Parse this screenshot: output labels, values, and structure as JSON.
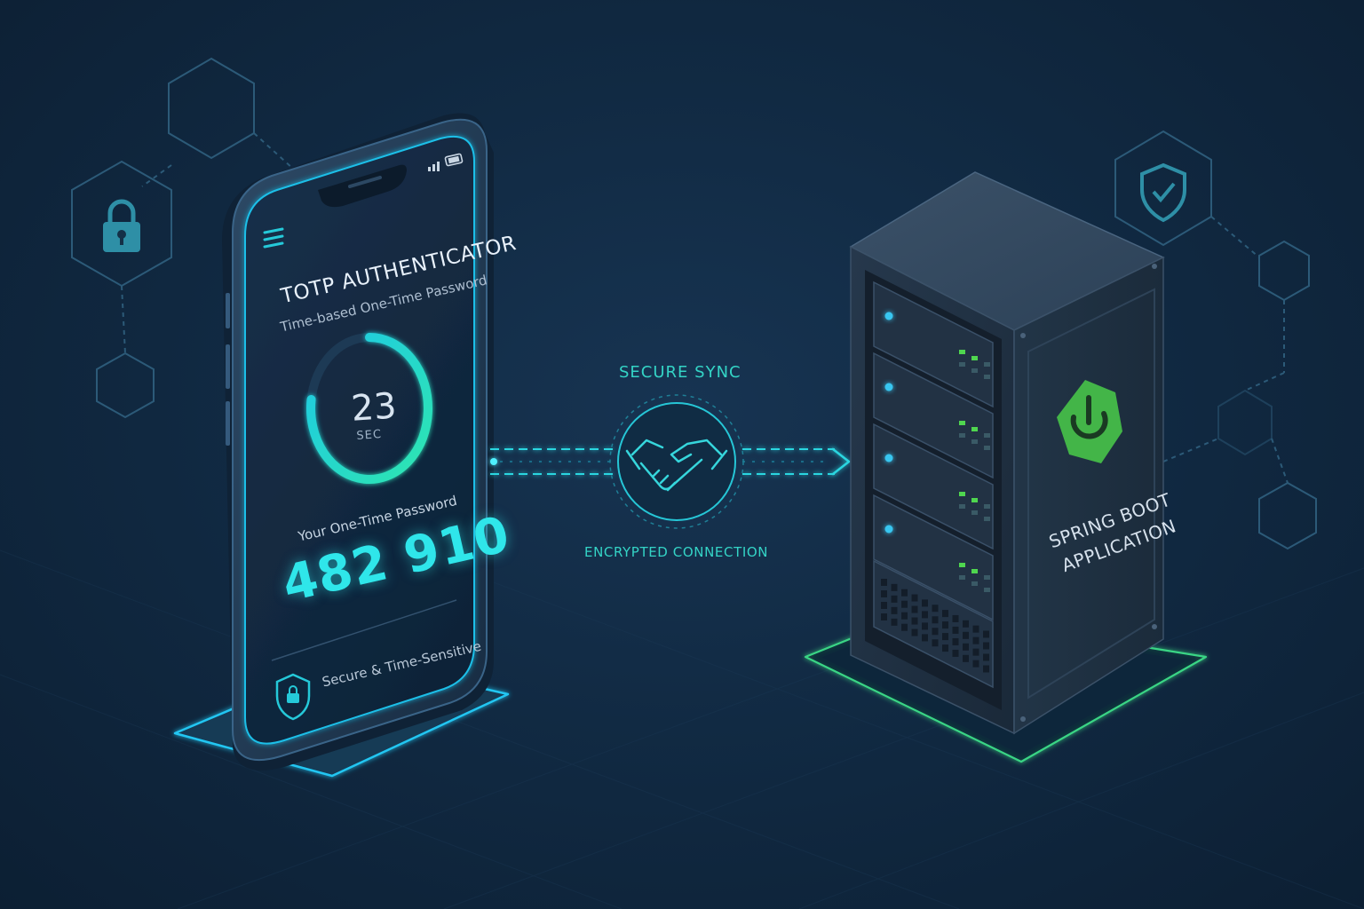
{
  "phone": {
    "app_title": "TOTP AUTHENTICATOR",
    "app_subtitle": "Time-based One-Time Password",
    "timer": {
      "value": "23",
      "unit": "SEC",
      "progress": 0.77
    },
    "otp_label": "Your One-Time Password",
    "otp_code": "482 910",
    "security_note": "Secure & Time-Sensitive",
    "icons": [
      "menu-icon",
      "signal-icon",
      "battery-icon",
      "shield-lock-icon"
    ]
  },
  "connection": {
    "top_label": "SECURE SYNC",
    "bottom_label": "ENCRYPTED CONNECTION",
    "icon": "handshake-icon"
  },
  "server": {
    "label_line1": "SPRING BOOT",
    "label_line2": "APPLICATION",
    "logo": "spring-power-logo",
    "units": 4
  },
  "decor_icons": [
    "padlock-icon",
    "shield-check-icon"
  ],
  "colors": {
    "background": "#112a43",
    "accent_cyan": "#2fe6ea",
    "accent_teal": "#34d4c6",
    "spring_green": "#43b548",
    "led_blue": "#37c6f0",
    "led_green": "#4fd64f"
  }
}
